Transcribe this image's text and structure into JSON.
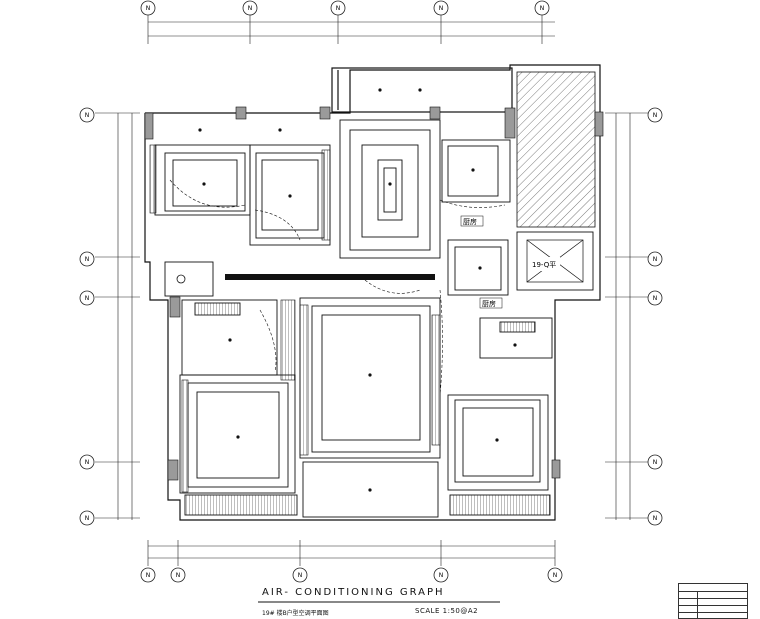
{
  "title": "AIR- CONDITIONING GRAPH",
  "subtitle": "19# 楼B户型空调平面图",
  "scale": "SCALE  1:50@A2",
  "room_labels": {
    "kitchen_top": "厨房",
    "kitchen_right": "厨房",
    "shaft": "19-Q平"
  },
  "grid_top": [
    "N",
    "N",
    "N",
    "N",
    "N"
  ],
  "grid_bottom": [
    "N",
    "N",
    "N",
    "N",
    "N"
  ],
  "grid_left": [
    "N",
    "N",
    "N",
    "N",
    "N"
  ],
  "grid_right": [
    "N",
    "N",
    "N",
    "N",
    "N"
  ],
  "colors": {
    "line": "#111111",
    "fill_wall": "#9a9a9a"
  }
}
